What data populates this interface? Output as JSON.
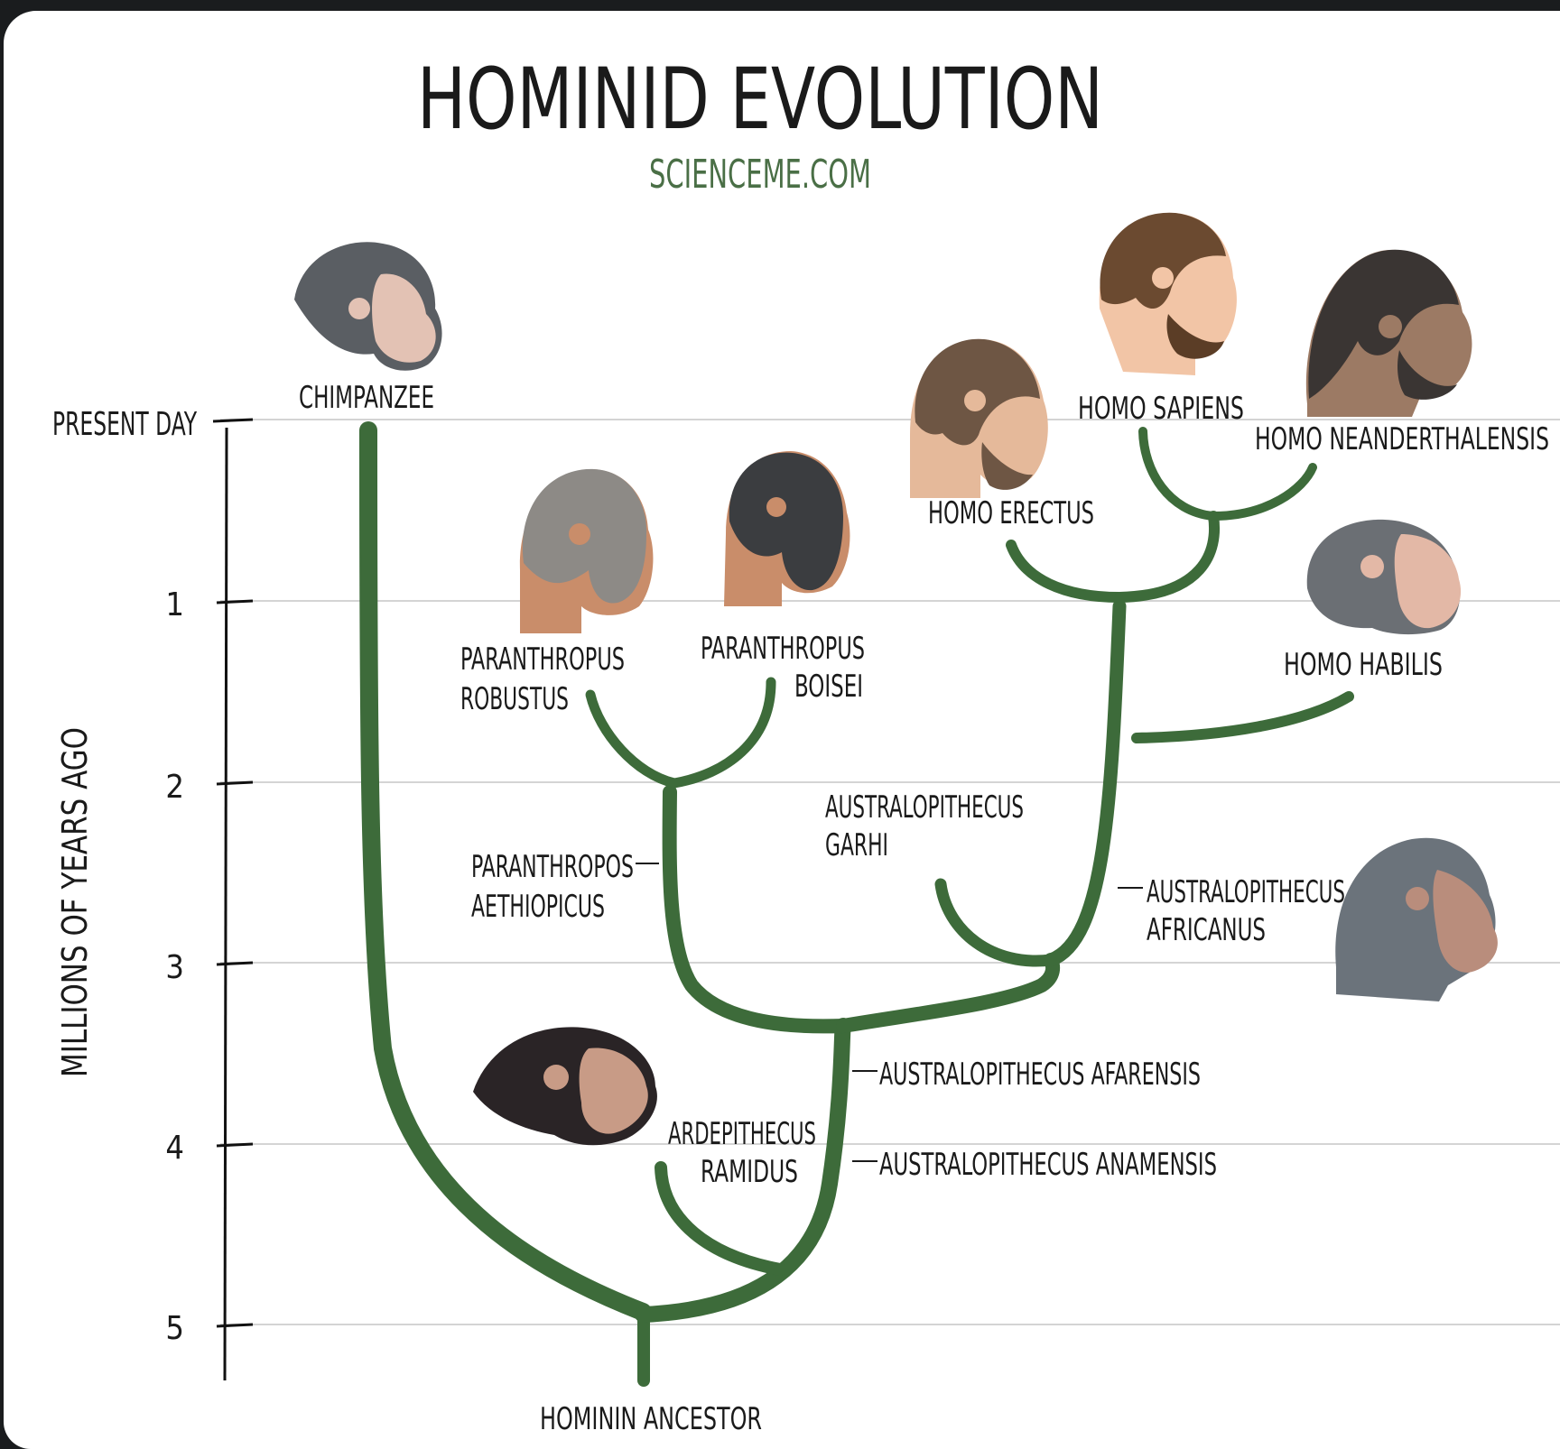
{
  "title": "HOMINID EVOLUTION",
  "source": "SCIENCEME.COM",
  "axis": {
    "label": "MILLIONS OF YEARS AGO",
    "ticks": [
      "PRESENT DAY",
      "1",
      "2",
      "3",
      "4",
      "5"
    ]
  },
  "nodes": {
    "root": "HOMININ ANCESTOR",
    "chimpanzee": "CHIMPANZEE",
    "ardipithecus": [
      "ARDEPITHECUS",
      "RAMIDUS"
    ],
    "anamensis": "AUSTRALOPITHECUS ANAMENSIS",
    "afarensis": "AUSTRALOPITHECUS AFARENSIS",
    "aethiopicus": [
      "PARANTHROPOS",
      "AETHIOPICUS"
    ],
    "robustus": [
      "PARANTHROPUS",
      "ROBUSTUS"
    ],
    "boisei": [
      "PARANTHROPUS",
      "BOISEI"
    ],
    "garhi": [
      "AUSTRALOPITHECUS",
      "GARHI"
    ],
    "africanus": [
      "AUSTRALOPITHECUS",
      "AFRICANUS"
    ],
    "habilis": "HOMO HABILIS",
    "erectus": "HOMO ERECTUS",
    "sapiens": "HOMO SAPIENS",
    "neanderthalensis": "HOMO NEANDERTHALENSIS"
  },
  "colors": {
    "branch": "#3d6b3a",
    "source": "#4a6f46",
    "text": "#1a1a1a",
    "grid": "#d4d4d4"
  }
}
